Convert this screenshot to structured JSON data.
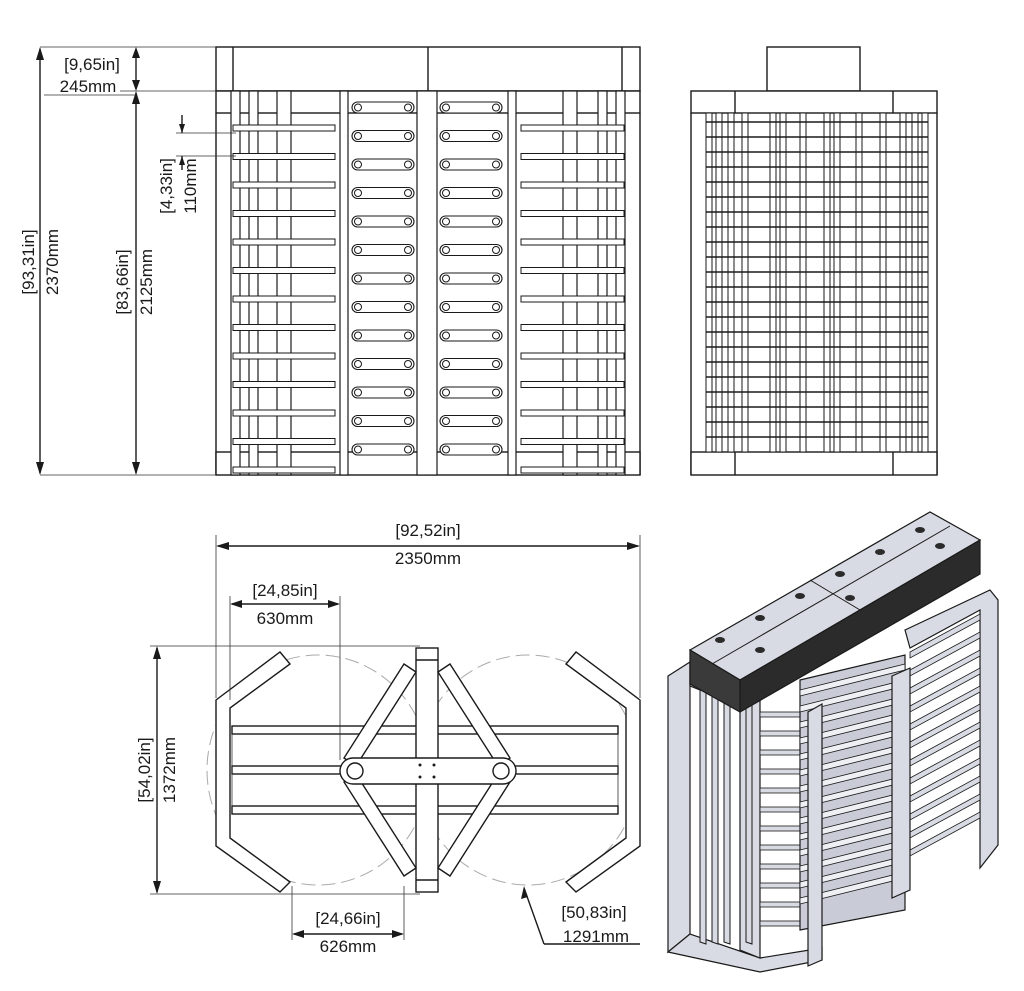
{
  "drawing": {
    "front_view": {
      "dims": {
        "top_in": "[9,65in]",
        "top_mm": "245mm",
        "total_in": "[93,31in]",
        "total_mm": "2370mm",
        "body_in": "[83,66in]",
        "body_mm": "2125mm",
        "pitch_in": "[4,33in]",
        "pitch_mm": "110mm"
      }
    },
    "plan_view": {
      "dims": {
        "width_in": "[92,52in]",
        "width_mm": "2350mm",
        "wing_in": "[24,85in]",
        "wing_mm": "630mm",
        "depth_in": "[54,02in]",
        "depth_mm": "1372mm",
        "passage_in": "[24,66in]",
        "passage_mm": "626mm",
        "diameter_in": "[50,83in]",
        "diameter_mm": "1291mm"
      }
    },
    "colors": {
      "line": "#1a1a1a",
      "metal": "#d8dbe3",
      "metal_dark": "#9aa0ad",
      "top_dark": "#2b2b2b"
    }
  }
}
